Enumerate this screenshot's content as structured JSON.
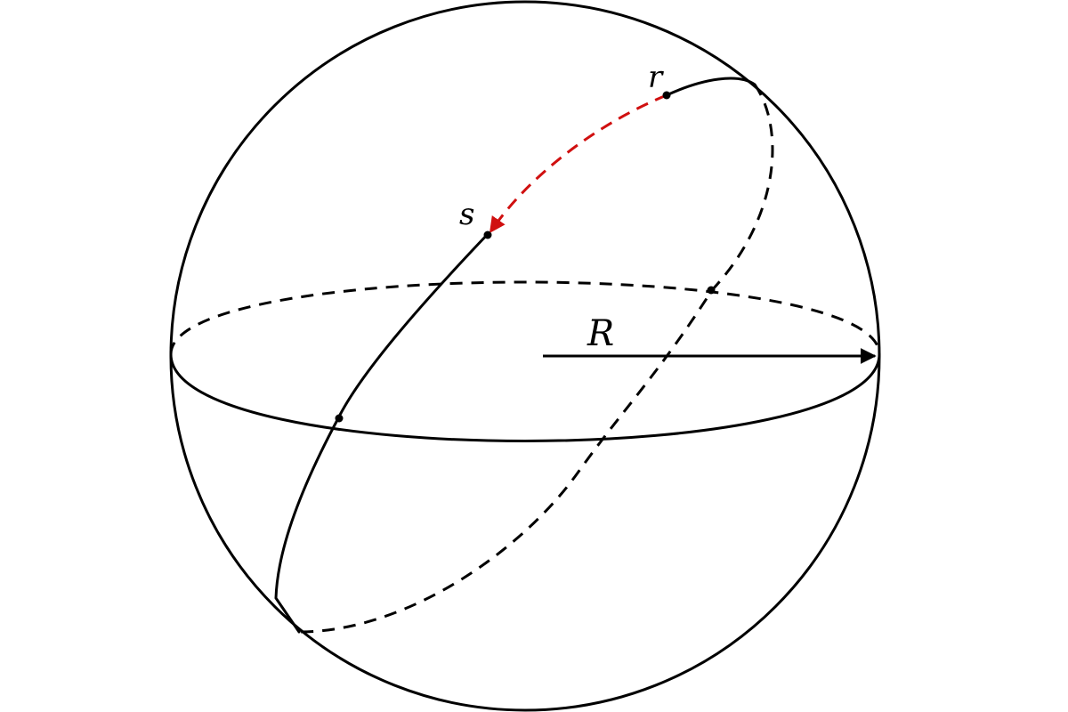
{
  "labels": {
    "start_point": "r",
    "end_point": "s",
    "radius": "R"
  },
  "colors": {
    "outline": "#000000",
    "geodesic_arrow": "#d01010",
    "background": "#ffffff"
  }
}
